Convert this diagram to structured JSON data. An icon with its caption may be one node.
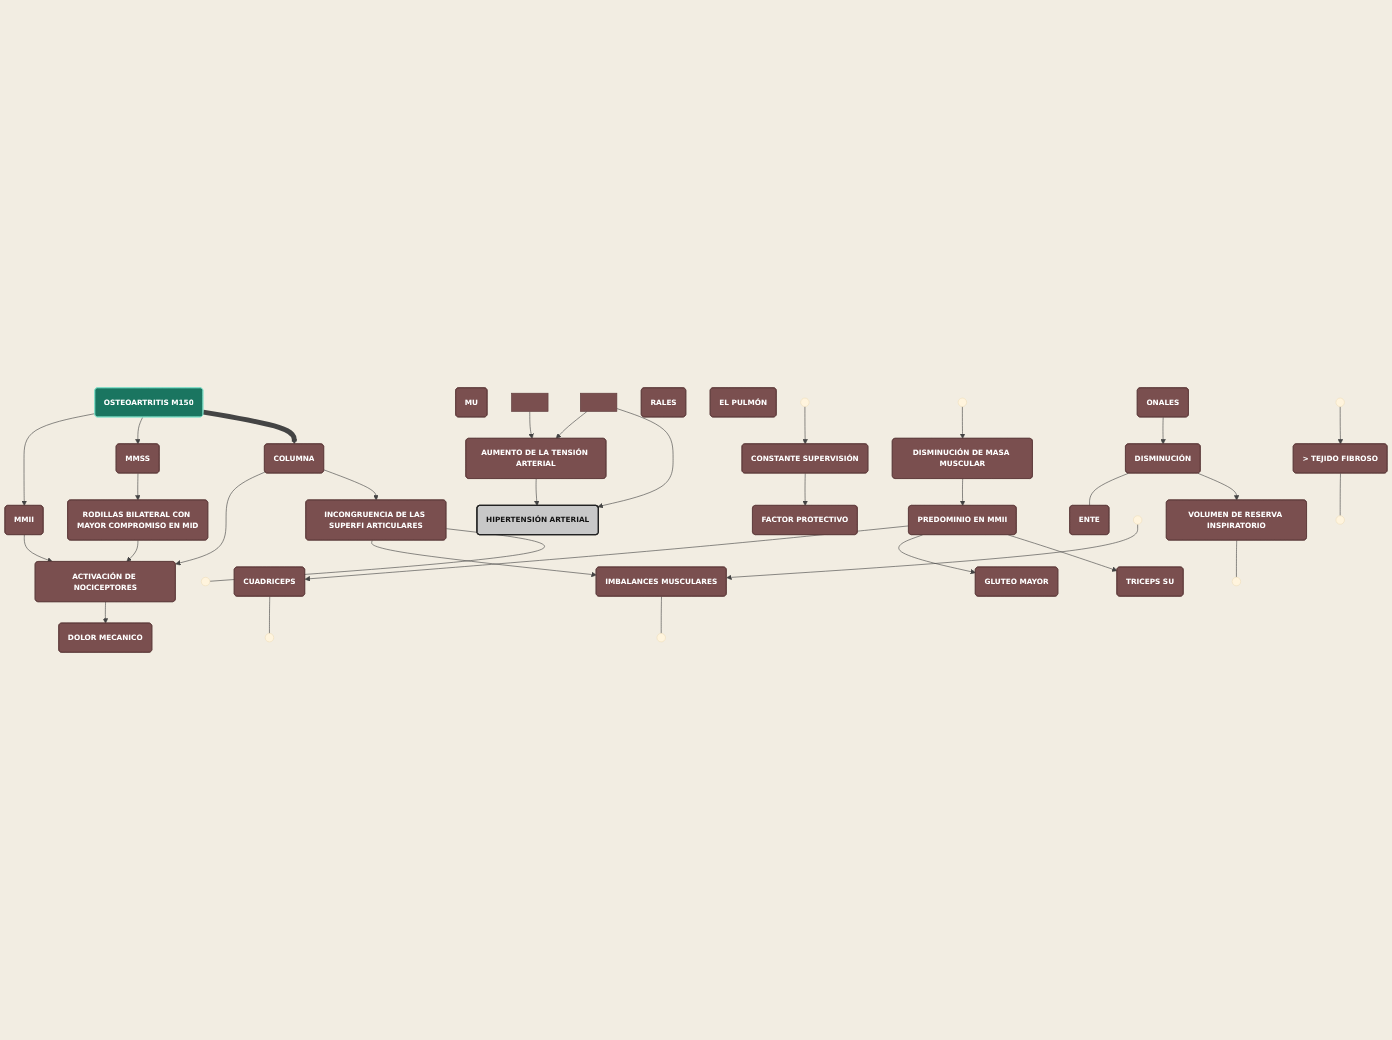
{
  "diagram": {
    "nodes": [
      {
        "text": [
          "OSTEOARTRITIS M150"
        ]
      },
      {
        "text": [
          "MMII"
        ]
      },
      {
        "text": [
          "MMSS"
        ]
      },
      {
        "text": [
          "COLUMNA"
        ]
      },
      {
        "text": [
          "RODILLAS BILATERAL CON MAYOR COMPROMISO EN MID"
        ]
      },
      {
        "text": [
          "ACTIVACIÓN DE NOCICEPTORES"
        ]
      },
      {
        "text": [
          "DOLOR MECANICO"
        ]
      },
      {
        "text": [
          "INCONGRUENCIA DE LAS SUPERFI ARTICULARES"
        ]
      },
      {
        "text": [
          "IMBALANCES MUSCULARES"
        ]
      },
      {
        "text": [
          "MU"
        ]
      },
      {
        "text": [
          "CUADRICEPS"
        ]
      },
      {
        "text": [
          "GLUTEO MAYOR"
        ]
      },
      {
        "text": [
          "TRICEPS SU"
        ]
      },
      {
        "text": [
          "PREDOMINIO EN MMII"
        ]
      },
      {
        "text": [
          "DISMINUCIÓN DE MASA MUSCULAR"
        ]
      },
      {
        "text": [
          "HIPERTENSIÓN ARTERIAL"
        ]
      },
      {
        "text": [
          "AUMENTO DE LA TENSIÓN ARTERIAL"
        ]
      },
      {
        "text": [],
        "shape": "box"
      },
      {
        "text": [],
        "shape": "box"
      },
      {
        "text": [
          "CONSTANTE SUPERVISIÓN"
        ]
      },
      {
        "text": [
          "FACTOR PROTECTIVO"
        ]
      },
      {
        "text": [
          "> TEJIDO FIBROSO"
        ]
      },
      {
        "text": [
          "RALES"
        ]
      },
      {
        "text": [
          "EL PULMÓN"
        ]
      },
      {
        "text": [
          "ONALES"
        ]
      },
      {
        "text": [
          "DISMINUCIÓN"
        ]
      },
      {
        "text": [
          "ENTE"
        ]
      },
      {
        "text": [
          "VOLUMEN DE RESERVA INSPIRATORIO"
        ]
      }
    ],
    "edges": [
      {
        "from": 0,
        "to": 1,
        "arrow": "to"
      },
      {
        "from": 0,
        "to": 2,
        "arrow": "to"
      },
      {
        "from": 0,
        "to": 3,
        "arrow": "to",
        "style": "thick"
      },
      {
        "from": 2,
        "to": 4,
        "arrow": "to"
      },
      {
        "from": 4,
        "to": 5,
        "arrow": "to"
      },
      {
        "from": 1,
        "to": 5,
        "arrow": "to"
      },
      {
        "from": 3,
        "to": 5,
        "arrow": "to"
      },
      {
        "from": 5,
        "to": 6,
        "arrow": "to"
      },
      {
        "from": 3,
        "to": 7,
        "arrow": "to"
      },
      {
        "from": 7,
        "to": 8,
        "arrow": "to"
      },
      {
        "from": null,
        "to": 8,
        "arrow": "to"
      },
      {
        "from": 7,
        "to": null,
        "arrow": "none"
      },
      {
        "from": 8,
        "to": null,
        "arrow": "none"
      },
      {
        "from": 10,
        "to": null,
        "arrow": "none"
      },
      {
        "from": 13,
        "to": 10,
        "arrow": "to"
      },
      {
        "from": 13,
        "to": 11,
        "arrow": "to"
      },
      {
        "from": 13,
        "to": 12,
        "arrow": "to"
      },
      {
        "from": 14,
        "to": 13,
        "arrow": "to"
      },
      {
        "from": null,
        "to": 14,
        "arrow": "to"
      },
      {
        "from": 17,
        "to": 16,
        "arrow": "to"
      },
      {
        "from": 18,
        "to": 16,
        "arrow": "to"
      },
      {
        "from": 18,
        "to": 15,
        "arrow": "to"
      },
      {
        "from": 16,
        "to": 15,
        "arrow": "to"
      },
      {
        "from": null,
        "to": 19,
        "arrow": "to"
      },
      {
        "from": 19,
        "to": 20,
        "arrow": "to"
      },
      {
        "from": null,
        "to": 21,
        "arrow": "to"
      },
      {
        "from": 21,
        "to": null,
        "arrow": "none"
      },
      {
        "from": 24,
        "to": 25,
        "arrow": "to"
      },
      {
        "from": 25,
        "to": 26,
        "arrow": "none"
      },
      {
        "from": 25,
        "to": 27,
        "arrow": "to"
      },
      {
        "from": 27,
        "to": null,
        "arrow": "none"
      }
    ]
  }
}
